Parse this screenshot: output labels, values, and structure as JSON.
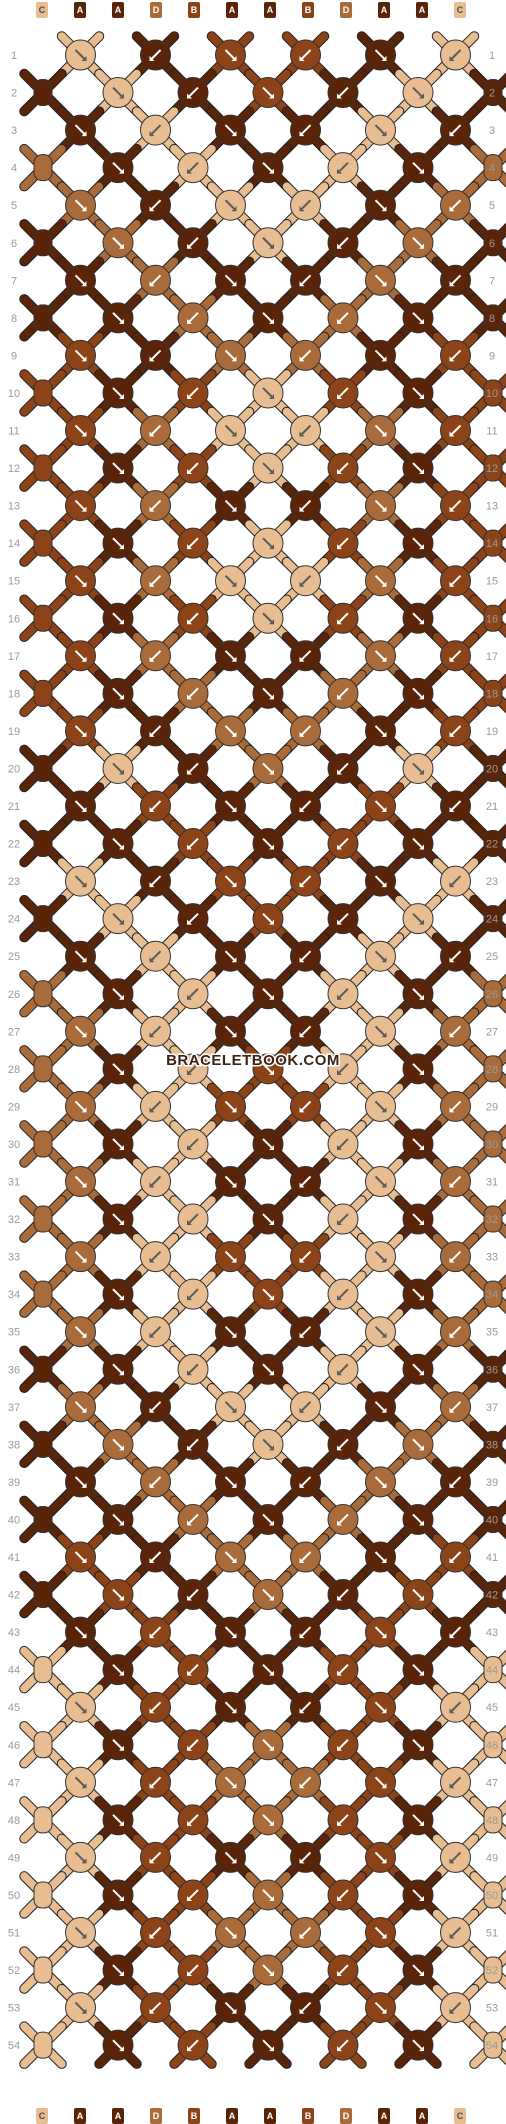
{
  "watermark": "BRACELETBOOK.COM",
  "colors": {
    "A": "#5a2409",
    "B": "#8c4317",
    "C": "#e8bd91",
    "D": "#a86b39"
  },
  "top_strands": [
    "C",
    "A",
    "A",
    "D",
    "B",
    "A",
    "A",
    "B",
    "D",
    "A",
    "A",
    "C"
  ],
  "bottom_strands": [
    "C",
    "A",
    "A",
    "D",
    "B",
    "A",
    "A",
    "B",
    "D",
    "A",
    "A",
    "C"
  ],
  "row_numbers": [
    "1",
    "2",
    "3",
    "4",
    "5",
    "6",
    "7",
    "8",
    "9",
    "10",
    "11",
    "12",
    "13",
    "14",
    "15",
    "16",
    "17",
    "18",
    "19",
    "20",
    "21",
    "22",
    "23",
    "24",
    "25",
    "26",
    "27",
    "28",
    "29",
    "30",
    "31",
    "32",
    "33",
    "34",
    "35",
    "36",
    "37",
    "38",
    "39",
    "40",
    "41",
    "42",
    "43",
    "44",
    "45",
    "46",
    "47",
    "48",
    "49",
    "50",
    "51",
    "52",
    "53",
    "54"
  ],
  "rows": [
    [
      "C",
      "A",
      "B",
      "B",
      "A",
      "C"
    ],
    [
      "A",
      "C",
      "A",
      "B",
      "A",
      "C",
      "A"
    ],
    [
      "A",
      "C",
      "A",
      "A",
      "C",
      "A"
    ],
    [
      "D",
      "A",
      "C",
      "A",
      "C",
      "A",
      "D"
    ],
    [
      "D",
      "A",
      "C",
      "C",
      "A",
      "D"
    ],
    [
      "A",
      "D",
      "A",
      "C",
      "A",
      "D",
      "A"
    ],
    [
      "A",
      "D",
      "A",
      "A",
      "D",
      "A"
    ],
    [
      "A",
      "A",
      "D",
      "A",
      "D",
      "A",
      "A"
    ],
    [
      "B",
      "A",
      "D",
      "D",
      "A",
      "B"
    ],
    [
      "B",
      "A",
      "B",
      "C",
      "B",
      "A",
      "B"
    ],
    [
      "B",
      "D",
      "C",
      "C",
      "D",
      "B"
    ],
    [
      "B",
      "A",
      "B",
      "C",
      "B",
      "A",
      "B"
    ],
    [
      "B",
      "D",
      "A",
      "A",
      "D",
      "B"
    ],
    [
      "B",
      "A",
      "B",
      "C",
      "B",
      "A",
      "B"
    ],
    [
      "B",
      "D",
      "C",
      "C",
      "D",
      "B"
    ],
    [
      "B",
      "A",
      "B",
      "C",
      "B",
      "A",
      "B"
    ],
    [
      "B",
      "D",
      "A",
      "A",
      "D",
      "B"
    ],
    [
      "B",
      "A",
      "D",
      "A",
      "D",
      "A",
      "B"
    ],
    [
      "B",
      "A",
      "D",
      "D",
      "A",
      "B"
    ],
    [
      "A",
      "C",
      "A",
      "D",
      "A",
      "C",
      "A"
    ],
    [
      "A",
      "B",
      "A",
      "A",
      "B",
      "A"
    ],
    [
      "A",
      "A",
      "B",
      "A",
      "B",
      "A",
      "A"
    ],
    [
      "C",
      "A",
      "B",
      "B",
      "A",
      "C"
    ],
    [
      "A",
      "C",
      "A",
      "B",
      "A",
      "C",
      "A"
    ],
    [
      "A",
      "C",
      "A",
      "A",
      "C",
      "A"
    ],
    [
      "D",
      "A",
      "C",
      "A",
      "C",
      "A",
      "D"
    ],
    [
      "D",
      "C",
      "A",
      "A",
      "C",
      "D"
    ],
    [
      "D",
      "A",
      "C",
      "B",
      "C",
      "A",
      "D"
    ],
    [
      "D",
      "C",
      "B",
      "B",
      "C",
      "D"
    ],
    [
      "D",
      "A",
      "C",
      "A",
      "C",
      "A",
      "D"
    ],
    [
      "D",
      "C",
      "A",
      "A",
      "C",
      "D"
    ],
    [
      "D",
      "A",
      "C",
      "A",
      "C",
      "A",
      "D"
    ],
    [
      "D",
      "C",
      "B",
      "B",
      "C",
      "D"
    ],
    [
      "D",
      "A",
      "C",
      "B",
      "C",
      "A",
      "D"
    ],
    [
      "D",
      "C",
      "A",
      "A",
      "C",
      "D"
    ],
    [
      "A",
      "A",
      "C",
      "A",
      "C",
      "A",
      "A"
    ],
    [
      "D",
      "A",
      "C",
      "C",
      "A",
      "D"
    ],
    [
      "A",
      "D",
      "A",
      "C",
      "A",
      "D",
      "A"
    ],
    [
      "A",
      "D",
      "A",
      "A",
      "D",
      "A"
    ],
    [
      "A",
      "A",
      "D",
      "A",
      "D",
      "A",
      "A"
    ],
    [
      "B",
      "A",
      "D",
      "D",
      "A",
      "B"
    ],
    [
      "A",
      "B",
      "A",
      "D",
      "A",
      "B",
      "A"
    ],
    [
      "A",
      "B",
      "A",
      "A",
      "B",
      "A"
    ],
    [
      "C",
      "A",
      "B",
      "A",
      "B",
      "A",
      "C"
    ],
    [
      "C",
      "B",
      "A",
      "A",
      "B",
      "C"
    ],
    [
      "C",
      "A",
      "B",
      "D",
      "B",
      "A",
      "C"
    ],
    [
      "C",
      "B",
      "D",
      "D",
      "B",
      "C"
    ],
    [
      "C",
      "A",
      "B",
      "D",
      "B",
      "A",
      "C"
    ],
    [
      "C",
      "B",
      "A",
      "A",
      "B",
      "C"
    ],
    [
      "C",
      "A",
      "B",
      "D",
      "B",
      "A",
      "C"
    ],
    [
      "C",
      "B",
      "D",
      "D",
      "B",
      "C"
    ],
    [
      "C",
      "A",
      "B",
      "D",
      "B",
      "A",
      "C"
    ],
    [
      "C",
      "B",
      "A",
      "A",
      "B",
      "C"
    ],
    [
      "C",
      "A",
      "B",
      "A",
      "B",
      "A",
      "C"
    ]
  ]
}
